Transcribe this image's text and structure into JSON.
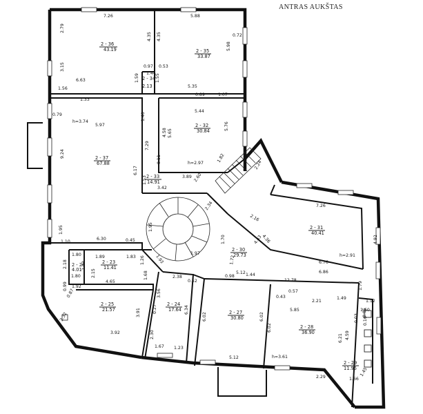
{
  "title": "ANTRAS AUKŠTAS",
  "rooms": [
    {
      "id": "2 - 36",
      "area": "43.19"
    },
    {
      "id": "2 - 35",
      "area": "33.87"
    },
    {
      "id": "2 - 34",
      "area": "2.13"
    },
    {
      "id": "2 - 37",
      "area": "67.88"
    },
    {
      "id": "2 - 32",
      "area": "30.84"
    },
    {
      "id": "2 - 33",
      "area": "14.91"
    },
    {
      "id": "2 - 31",
      "area": "40.41"
    },
    {
      "id": "2 - 30",
      "area": "29.73"
    },
    {
      "id": "2 - 26",
      "area": "4.01"
    },
    {
      "id": "2 - 23",
      "area": "11.41"
    },
    {
      "id": "2 - 25",
      "area": "21.57"
    },
    {
      "id": "2 - 24",
      "area": "17.64"
    },
    {
      "id": "2 - 27",
      "area": "30.80"
    },
    {
      "id": "2 - 28",
      "area": "36.90"
    },
    {
      "id": "2 - 29",
      "area": "11.96"
    }
  ],
  "heights": [
    "h=3.74",
    "h=2.97",
    "h=2.91",
    "h=3.61"
  ],
  "dims": [
    "7.26",
    "5.88",
    "2.79",
    "3.15",
    "6.63",
    "1.56",
    "4.35",
    "0.97",
    "1.44",
    "1.59",
    "0.53",
    "1.55",
    "4.35",
    "5.98",
    "0.72",
    "5.35",
    "1.33",
    "0.79",
    "0.89",
    "1.07",
    "5.44",
    "5.97",
    "1.40",
    "5.65",
    "4.58",
    "5.76",
    "7.29",
    "9.24",
    "1.53",
    "0.11",
    "1.82",
    "3.89",
    "3.42",
    "6.17",
    "2.60",
    "2.24",
    "7.26",
    "1.95",
    "1.10",
    "6.30",
    "0.45",
    "1.95",
    "2.34",
    "2.16",
    "4.43",
    "4.36",
    "1.70",
    "6.76",
    "6.86",
    "4.92",
    "1.93",
    "1.97",
    "1.72",
    "1.26",
    "1.80",
    "1.89",
    "1.83",
    "2.18",
    "2.23",
    "2.15",
    "1.80",
    "4.65",
    "1.92",
    "1.68",
    "0.99",
    "0.87",
    "2.32",
    "3.91",
    "3.92",
    "2.38",
    "0.52",
    "3.56",
    "0.27",
    "6.34",
    "2.30",
    "1.67",
    "1.23",
    "0.98",
    "1.44",
    "5.12",
    "12.78",
    "0.43",
    "0.57",
    "2.21",
    "1.49",
    "1.79",
    "6.02",
    "6.02",
    "6.02",
    "5.85",
    "6.21",
    "5.12",
    "2.29",
    "1.60",
    "1.12",
    "4.59",
    "0.03",
    "1.66",
    "1.45",
    "0.05",
    "0.16"
  ]
}
